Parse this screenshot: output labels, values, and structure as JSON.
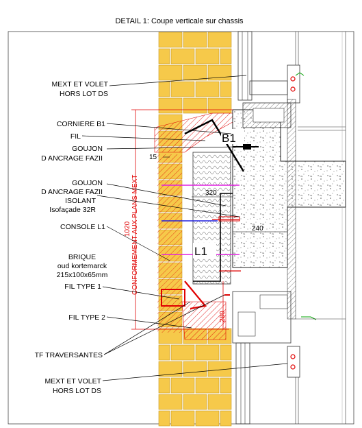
{
  "title": "DETAIL 1: Coupe verticale  sur chassis",
  "labels": {
    "mext_top_1": "MEXT ET VOLET",
    "mext_top_2": "HORS LOT DS",
    "corniere": "CORNIERE B1",
    "fil": "FIL",
    "goujon1_1": "GOUJON",
    "goujon1_2": "D ANCRAGE FAZII",
    "goujon2_1": "GOUJON",
    "goujon2_2": "D ANCRAGE FAZII",
    "isolant_1": "ISOLANT",
    "isolant_2": "Isofaçade 32R",
    "console": "CONSOLE L1",
    "brique_1": "BRIQUE",
    "brique_2": "oud kortemarck",
    "brique_3": "215x100x65mm",
    "fil_type1": "FIL TYPE 1",
    "fil_type2": "FIL TYPE 2",
    "tf": "TF TRAVERSANTES",
    "mext_bot_1": "MEXT ET VOLET",
    "mext_bot_2": "HORS LOT DS"
  },
  "dims": {
    "d15": "15",
    "d320": "320",
    "d240": "240",
    "d1020": "1020",
    "d280": "280"
  },
  "marks": {
    "b1": "B1",
    "l1": "L1"
  },
  "vertical_note": "CONFORMEMENT AUX PLANS MEXT",
  "colors": {
    "brick": "#f6c94a",
    "red": "#e00000",
    "magenta": "#e020e0",
    "blue": "#2020e0",
    "green": "#00a000"
  }
}
